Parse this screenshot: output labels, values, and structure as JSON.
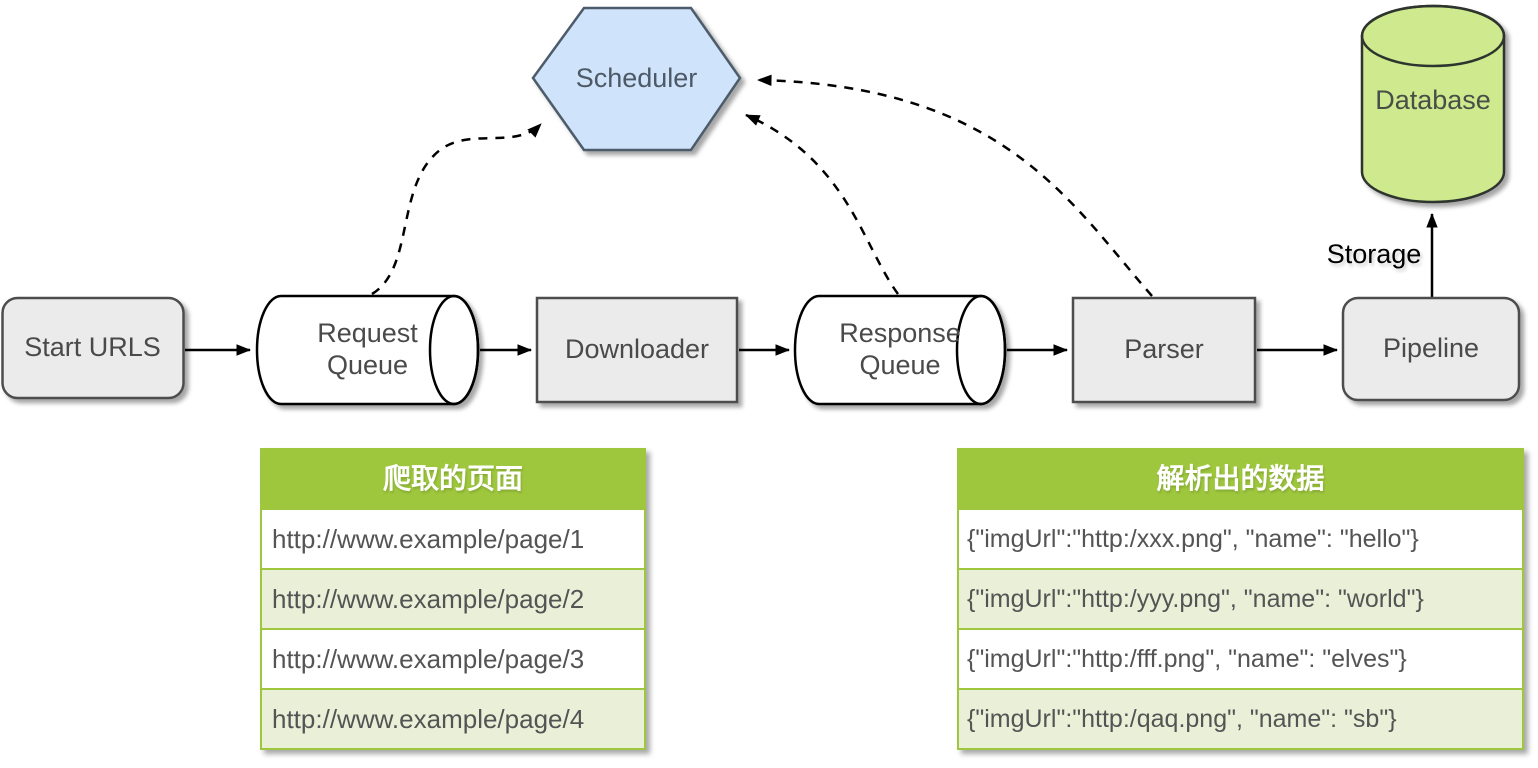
{
  "nodes": {
    "start_urls": "Start URLS",
    "request_queue": "Request\nQueue",
    "downloader": "Downloader",
    "response_queue": "Response\nQueue",
    "parser": "Parser",
    "pipeline": "Pipeline",
    "scheduler": "Scheduler",
    "database": "Database"
  },
  "edge_labels": {
    "storage": "Storage"
  },
  "tables": {
    "crawled_pages": {
      "title": "爬取的页面",
      "rows": [
        "http://www.example/page/1",
        "http://www.example/page/2",
        "http://www.example/page/3",
        "http://www.example/page/4"
      ]
    },
    "parsed_data": {
      "title": "解析出的数据",
      "rows": [
        "{\"imgUrl\":\"http:/xxx.png\", \"name\": \"hello\"}",
        "{\"imgUrl\":\"http:/yyy.png\", \"name\": \"world\"}",
        "{\"imgUrl\":\"http:/fff.png\", \"name\": \"elves\"}",
        "{\"imgUrl\":\"http:/qaq.png\", \"name\": \"sb\"}"
      ]
    }
  },
  "colors": {
    "table_green": "#9ec73d",
    "table_row_alt": "#eaf0d8",
    "scheduler_blue": "#cfe3fa",
    "scheduler_border": "#4d5b6b",
    "database_green": "#cfe98e",
    "node_gray": "#ebebeb",
    "node_border": "#4d4d4d",
    "arrow_black": "#000000"
  }
}
